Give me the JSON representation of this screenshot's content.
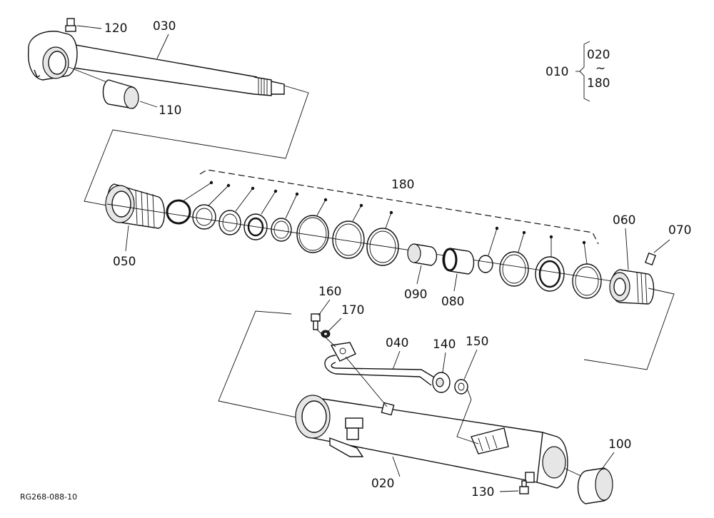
{
  "diagram": {
    "code": "RG268-088-10",
    "labels": {
      "p010": "010",
      "p020": "020",
      "p030": "030",
      "p040": "040",
      "p050": "050",
      "p060": "060",
      "p070": "070",
      "p080": "080",
      "p090": "090",
      "p100": "100",
      "p110": "110",
      "p120": "120",
      "p130": "130",
      "p140": "140",
      "p150": "150",
      "p160": "160",
      "p170": "170",
      "p180": "180"
    },
    "range": {
      "from": "020",
      "tilde": "~",
      "to": "180"
    }
  }
}
